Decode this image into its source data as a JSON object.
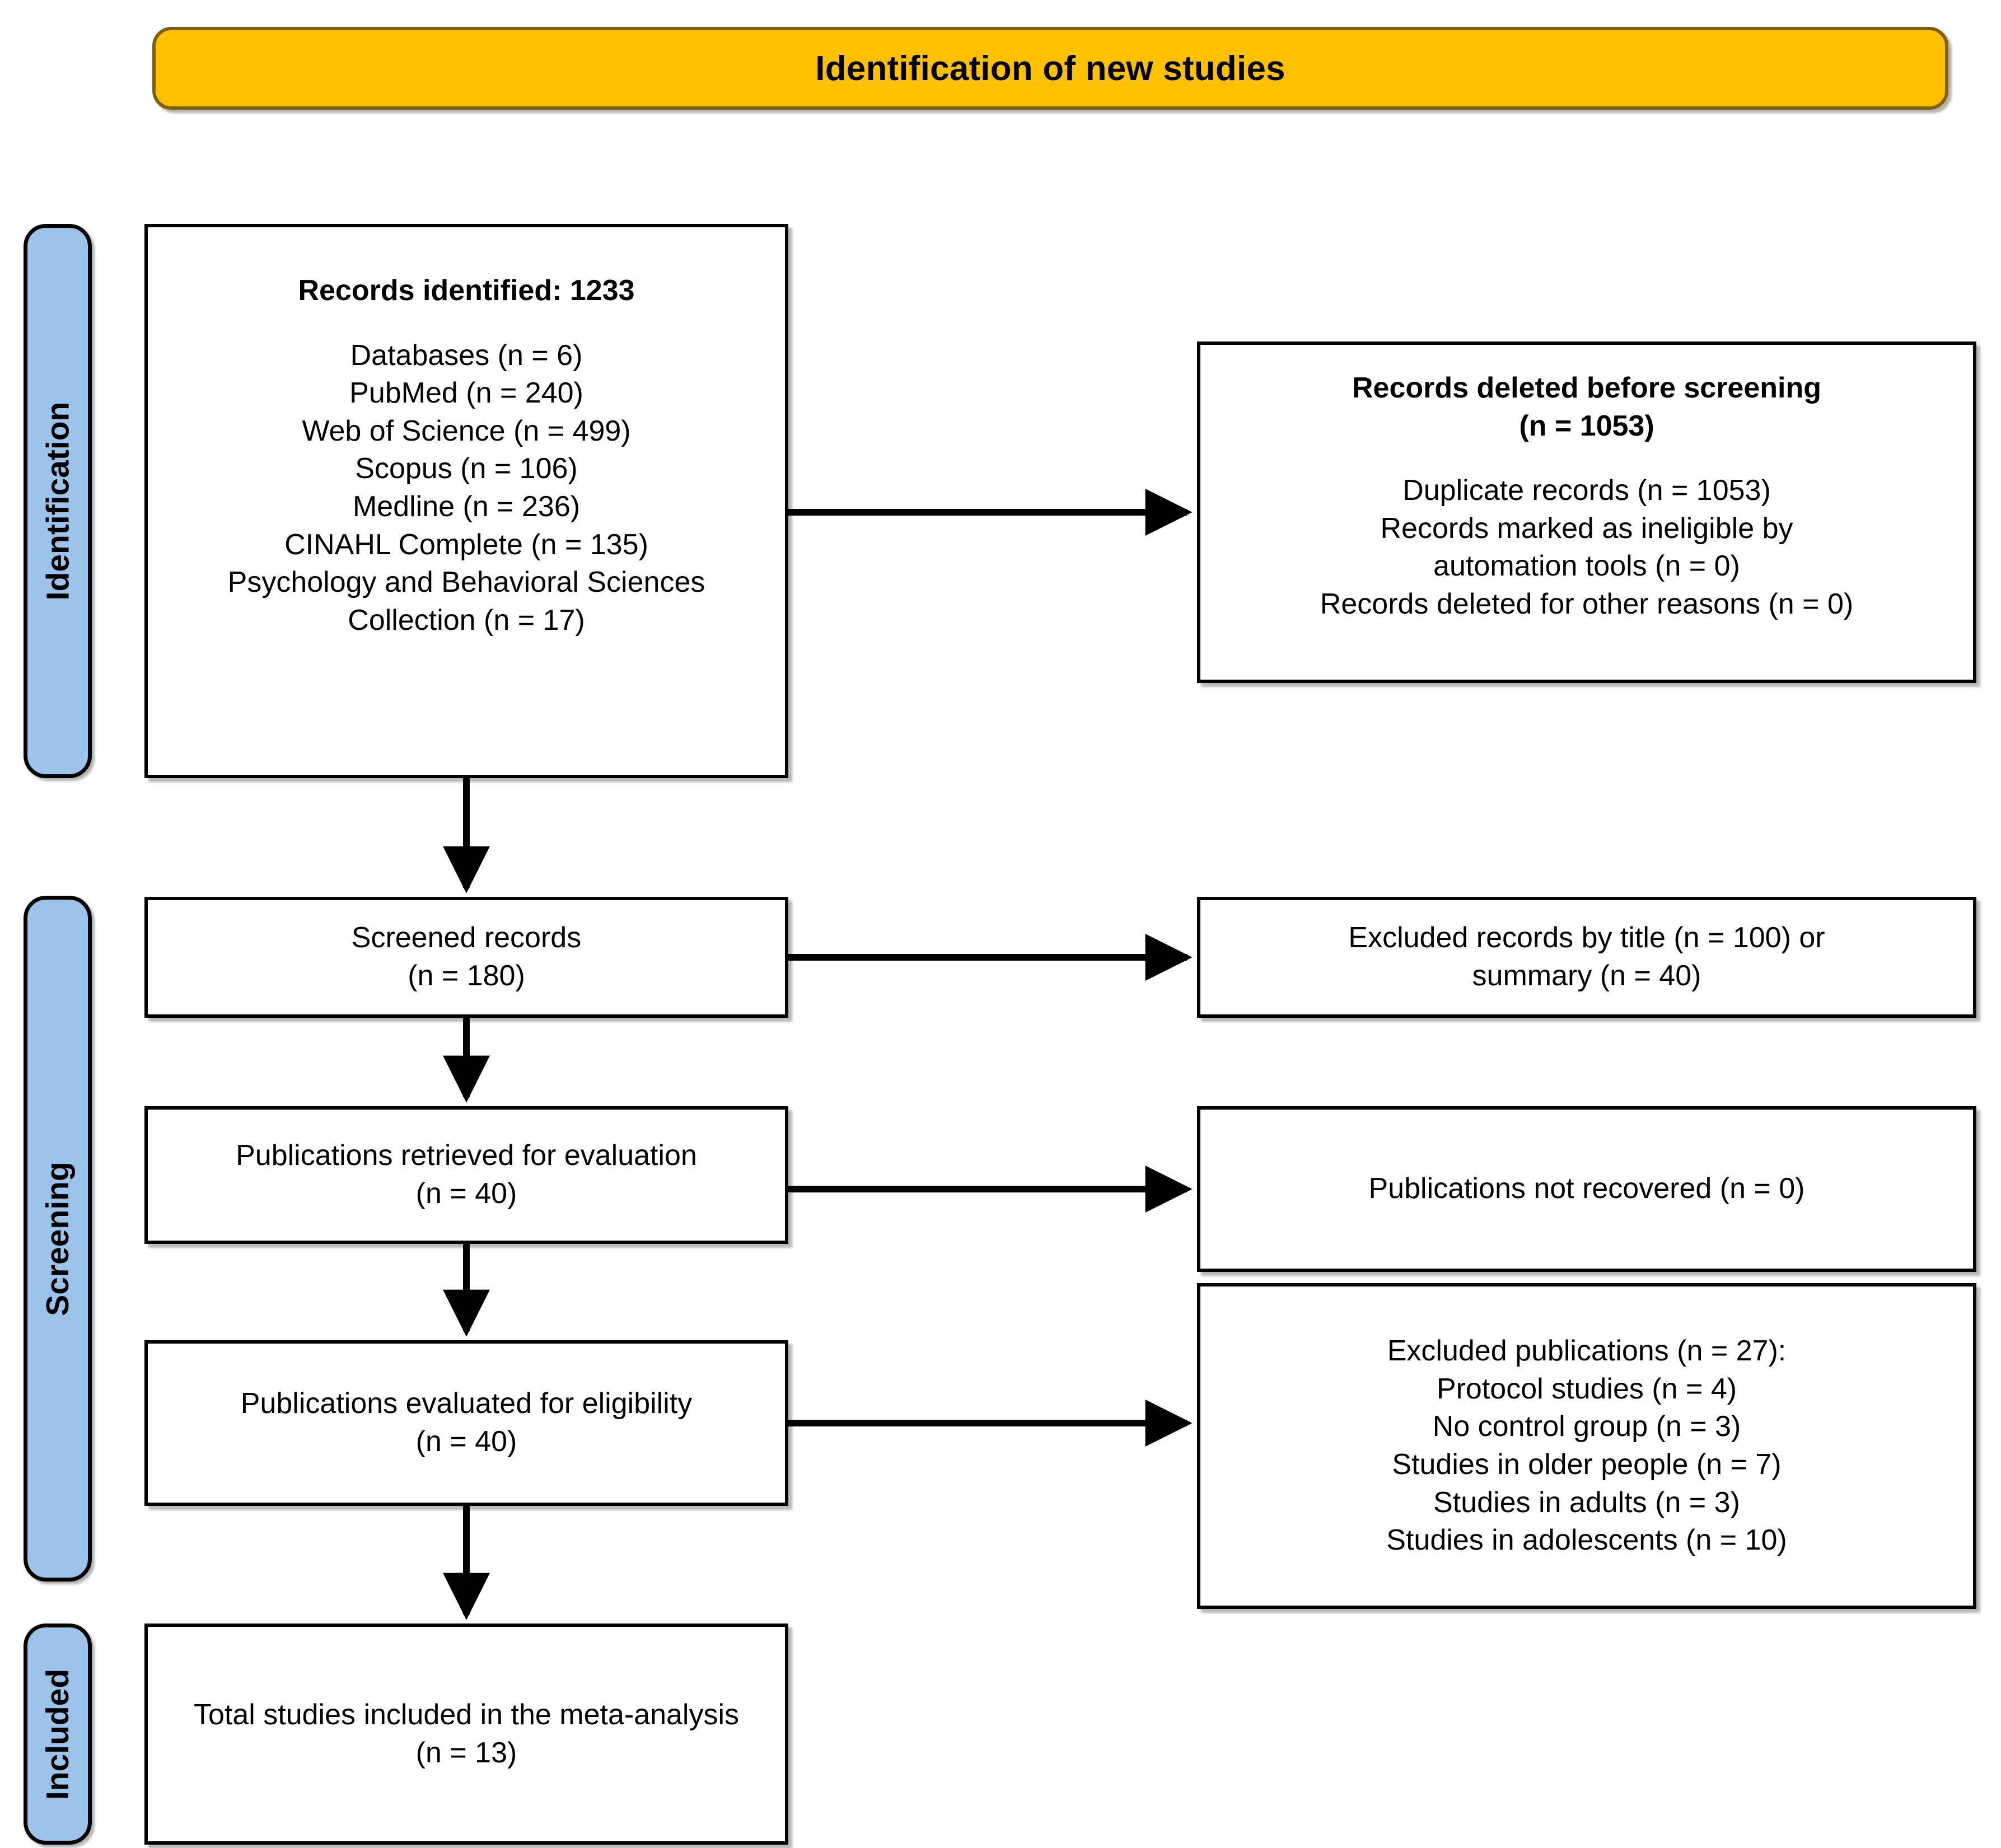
{
  "banner": {
    "title": "Identification of new studies"
  },
  "stages": [
    {
      "key": "identification",
      "label": "Identification"
    },
    {
      "key": "screening",
      "label": "Screening"
    },
    {
      "key": "included",
      "label": "Included"
    }
  ],
  "colors": {
    "banner_fill": "#FFC000",
    "banner_border": "#806000",
    "stage_fill": "#9CC3E9",
    "stage_border": "#000000",
    "box_fill": "#FFFFFF",
    "box_border": "#000000",
    "text": "#000000"
  },
  "boxes": {
    "identified": {
      "heading": "Records identified: 1233",
      "lines": [
        "Databases (n = 6)",
        "PubMed (n = 240)",
        "Web of Science (n = 499)",
        "Scopus (n = 106)",
        "Medline (n = 236)",
        "CINAHL Complete (n = 135)",
        "Psychology and Behavioral Sciences",
        "Collection (n = 17)"
      ]
    },
    "deleted": {
      "heading_line1": "Records deleted before screening",
      "heading_line2": "(n = 1053)",
      "lines": [
        "Duplicate records (n = 1053)",
        "Records marked as ineligible by",
        "automation tools (n = 0)",
        "Records deleted for other reasons (n = 0)"
      ]
    },
    "screened": {
      "lines": [
        "Screened records",
        "(n = 180)"
      ]
    },
    "excluded_title": {
      "lines": [
        "Excluded records by title (n = 100) or",
        "summary (n = 40)"
      ]
    },
    "retrieved": {
      "lines": [
        "Publications retrieved for evaluation",
        "(n = 40)"
      ]
    },
    "not_recovered": {
      "lines": [
        "Publications not recovered (n = 0)"
      ]
    },
    "evaluated": {
      "lines": [
        "Publications evaluated for eligibility",
        "(n = 40)"
      ]
    },
    "excluded_pubs": {
      "lines": [
        "Excluded publications (n = 27):",
        "Protocol studies (n = 4)",
        "No control group (n = 3)",
        "Studies in older people (n = 7)",
        "Studies in adults (n = 3)",
        "Studies in adolescents (n = 10)"
      ]
    },
    "included": {
      "lines": [
        "Total studies included in the meta-analysis",
        "(n = 13)"
      ]
    }
  },
  "chart_data": {
    "type": "table",
    "title": "PRISMA 2020 flow diagram for new systematic reviews",
    "stages": [
      "Identification",
      "Screening",
      "Included"
    ],
    "nodes": [
      {
        "id": "identified",
        "stage": "Identification",
        "label": "Records identified",
        "n": 1233
      },
      {
        "id": "databases",
        "stage": "Identification",
        "label": "Databases",
        "n": 6
      },
      {
        "id": "pubmed",
        "stage": "Identification",
        "label": "PubMed",
        "n": 240
      },
      {
        "id": "wos",
        "stage": "Identification",
        "label": "Web of Science",
        "n": 499
      },
      {
        "id": "scopus",
        "stage": "Identification",
        "label": "Scopus",
        "n": 106
      },
      {
        "id": "medline",
        "stage": "Identification",
        "label": "Medline",
        "n": 236
      },
      {
        "id": "cinahl",
        "stage": "Identification",
        "label": "CINAHL Complete",
        "n": 135
      },
      {
        "id": "psychbehav",
        "stage": "Identification",
        "label": "Psychology and Behavioral Sciences Collection",
        "n": 17
      },
      {
        "id": "deleted_before_screening",
        "stage": "Identification",
        "label": "Records deleted before screening",
        "n": 1053
      },
      {
        "id": "duplicates",
        "stage": "Identification",
        "label": "Duplicate records",
        "n": 1053
      },
      {
        "id": "ineligible_automation",
        "stage": "Identification",
        "label": "Records marked as ineligible by automation tools",
        "n": 0
      },
      {
        "id": "deleted_other",
        "stage": "Identification",
        "label": "Records deleted for other reasons",
        "n": 0
      },
      {
        "id": "screened",
        "stage": "Screening",
        "label": "Screened records",
        "n": 180
      },
      {
        "id": "excluded_by_title",
        "stage": "Screening",
        "label": "Excluded records by title",
        "n": 100
      },
      {
        "id": "excluded_by_summary",
        "stage": "Screening",
        "label": "Excluded records by summary",
        "n": 40
      },
      {
        "id": "retrieved",
        "stage": "Screening",
        "label": "Publications retrieved for evaluation",
        "n": 40
      },
      {
        "id": "not_recovered",
        "stage": "Screening",
        "label": "Publications not recovered",
        "n": 0
      },
      {
        "id": "evaluated",
        "stage": "Screening",
        "label": "Publications evaluated for eligibility",
        "n": 40
      },
      {
        "id": "excluded_publications",
        "stage": "Screening",
        "label": "Excluded publications",
        "n": 27
      },
      {
        "id": "protocol_studies",
        "stage": "Screening",
        "label": "Protocol studies",
        "n": 4
      },
      {
        "id": "no_control_group",
        "stage": "Screening",
        "label": "No control group",
        "n": 3
      },
      {
        "id": "older_people",
        "stage": "Screening",
        "label": "Studies in older people",
        "n": 7
      },
      {
        "id": "adults",
        "stage": "Screening",
        "label": "Studies in adults",
        "n": 3
      },
      {
        "id": "adolescents",
        "stage": "Screening",
        "label": "Studies in adolescents",
        "n": 10
      },
      {
        "id": "included_total",
        "stage": "Included",
        "label": "Total studies included in the meta-analysis",
        "n": 13
      }
    ],
    "edges": [
      {
        "from": "identified",
        "to": "deleted_before_screening"
      },
      {
        "from": "identified",
        "to": "screened"
      },
      {
        "from": "screened",
        "to": "excluded_by_title"
      },
      {
        "from": "screened",
        "to": "retrieved"
      },
      {
        "from": "retrieved",
        "to": "not_recovered"
      },
      {
        "from": "retrieved",
        "to": "evaluated"
      },
      {
        "from": "evaluated",
        "to": "excluded_publications"
      },
      {
        "from": "evaluated",
        "to": "included_total"
      }
    ]
  }
}
